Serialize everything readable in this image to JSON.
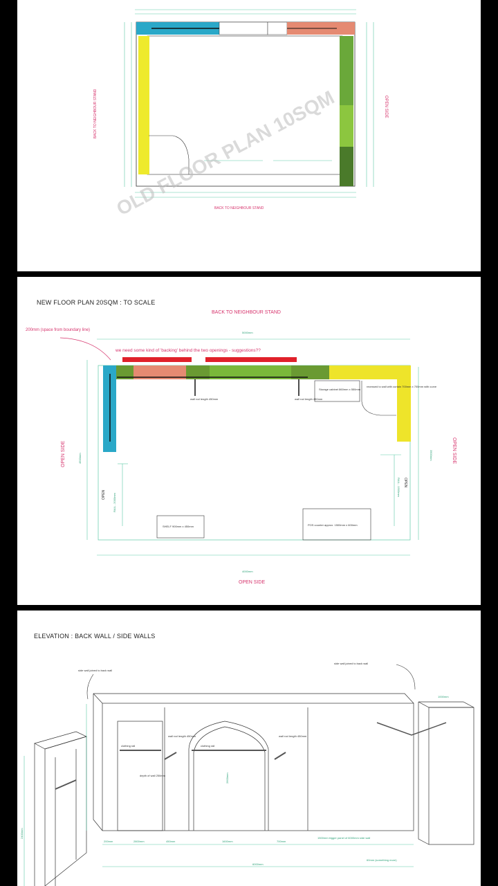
{
  "panel1": {
    "watermark": "OLD FLOOR PLAN 10SQM",
    "label_left": "BACK TO NEIGHBOUR STAND",
    "label_bottom": "BACK TO NEIGHBOUR STAND",
    "label_right": "OPEN SIDE"
  },
  "panel2": {
    "title": "NEW FLOOR PLAN 20SQM  : TO SCALE",
    "top_label": "BACK TO NEIGHBOUR STAND",
    "bottom_label": "OPEN SIDE",
    "left_label": "OPEN SIDE",
    "right_label": "OPEN SIDE",
    "note": "we need some kind of 'backing' behind the two openings - suggestions??",
    "boundary_note": "200mm (space from boundary line)",
    "dim_top": "5000mm",
    "dim_bottom": "4000mm",
    "dim_left": "4500mm",
    "dim_right": "3500mm",
    "rod1": "wall rod length 450mm",
    "rod2": "wall rod length 450mm",
    "storage": "Storage cabinet 860mm x 550mm",
    "shelf": "SHELF 900mm x 450mm",
    "pos": "POS counter approx. 1500mm x 600mm",
    "curtain": "recessed to wall with curtain 700mm x 700mm with curve",
    "open_left": "OPEN",
    "open_right": "OPEN",
    "rail_left": "RAIL - 2000mm",
    "rail_right": "RAIL - 1500mm"
  },
  "panel3": {
    "title": "ELEVATION : BACK WALL / SIDE WALLS",
    "side_note_left": "side wall joined to back wall",
    "side_note_right": "side wall joined to back wall",
    "clothing_rail": "clothing rail",
    "depth": "depth of wall 250mm",
    "rod_a": "wall rod length 450mm",
    "rod_b": "wall rod length 450mm",
    "dim_1600": "1600mm",
    "dim_2400": "2400mm",
    "dim_6000": "6000mm",
    "dim_200": "200mm",
    "dim_2800": "2800mm",
    "dim_450": "450mm",
    "dim_700": "700mm",
    "dim_2600": "2600mm",
    "right_bottom": "1500mm bigger panel of 6000mm side wall",
    "right_bottom2": "60mm (something more)",
    "right_top": "1000mm"
  }
}
